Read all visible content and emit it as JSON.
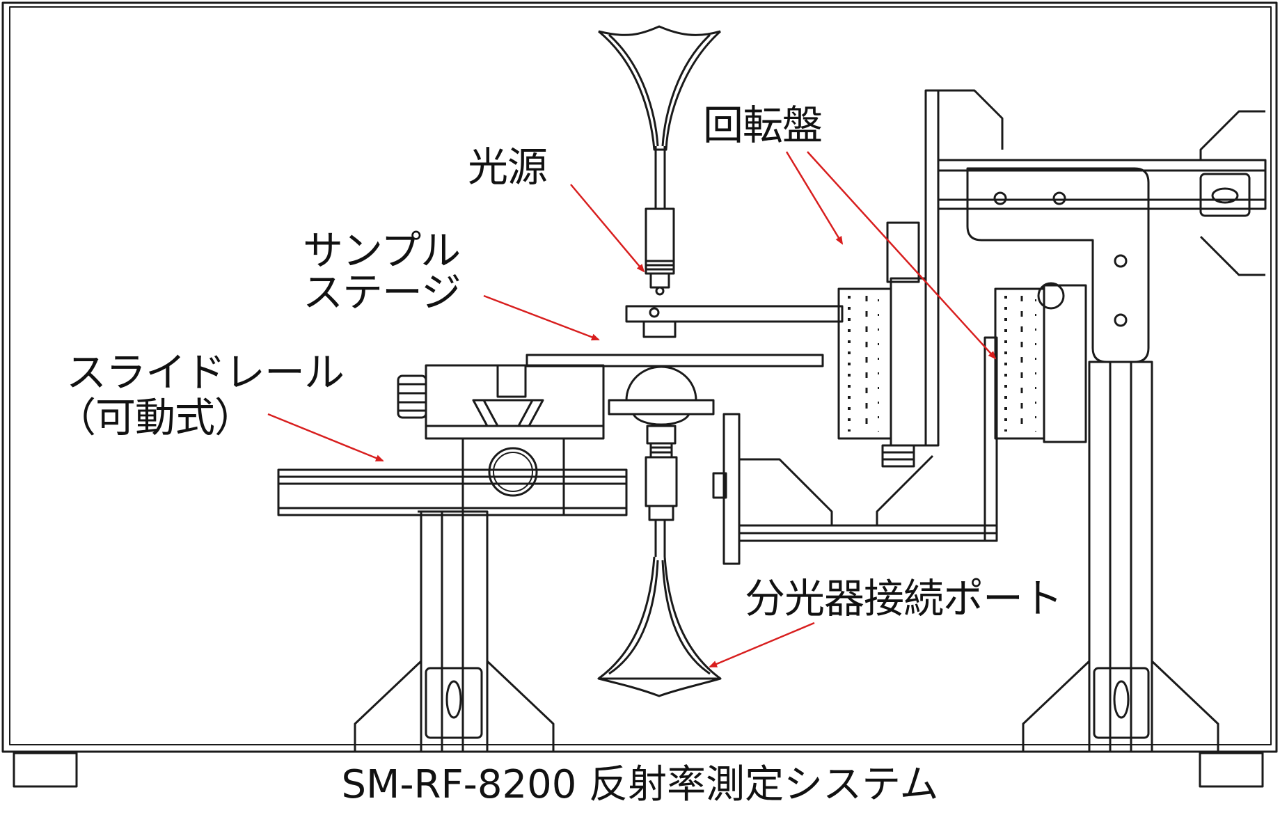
{
  "labels": {
    "light_source": "光源",
    "sample_stage_line1": "サンプル",
    "sample_stage_line2": "ステージ",
    "slide_rail_line1": "スライドレール",
    "slide_rail_line2": "（可動式）",
    "rotary_stage": "回転盤",
    "spectrometer_port": "分光器接続ポート"
  },
  "caption": "SM-RF-8200 反射率測定システム",
  "colors": {
    "line": "#1a1a1a",
    "arrow": "#d81e1e",
    "background": "#ffffff"
  }
}
